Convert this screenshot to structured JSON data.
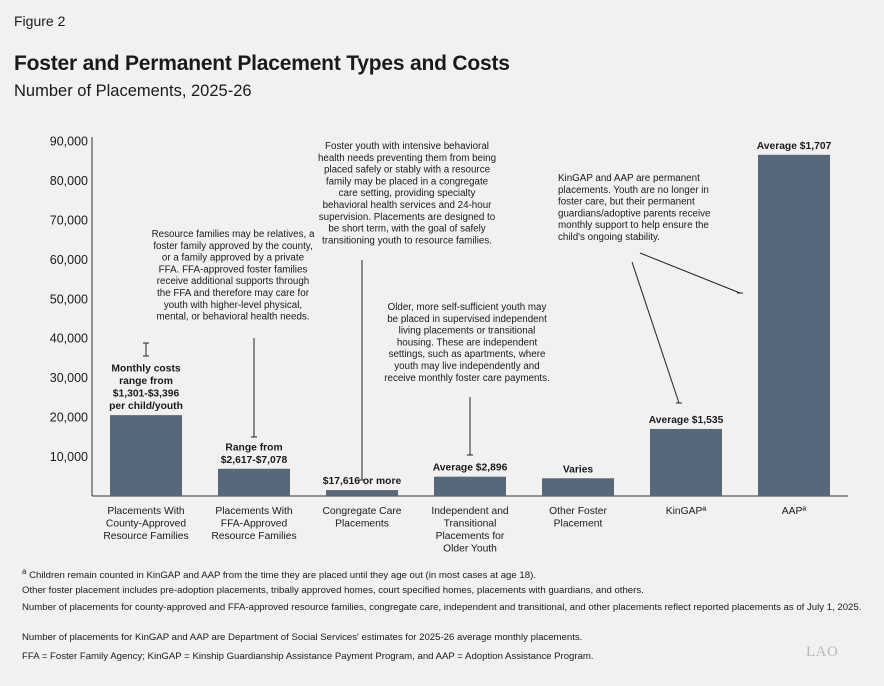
{
  "figure_label": "Figure 2",
  "chart_data": {
    "type": "bar",
    "title": "Foster and Permanent Placement Types and Costs",
    "subtitle": "Number of Placements, 2025-26",
    "ylim": [
      0,
      90000
    ],
    "yticks": [
      "10,000",
      "20,000",
      "30,000",
      "40,000",
      "50,000",
      "60,000",
      "70,000",
      "80,000",
      "90,000"
    ],
    "ytick_values": [
      10000,
      20000,
      30000,
      40000,
      50000,
      60000,
      70000,
      80000,
      90000
    ],
    "bar_color": "#56687a",
    "categories": [
      [
        "Placements With",
        "County-Approved",
        "Resource Families"
      ],
      [
        "Placements With",
        "FFA-Approved",
        "Resource Families"
      ],
      [
        "Congregate Care",
        "Placements"
      ],
      [
        "Independent and",
        "Transitional",
        "Placements for",
        "Older Youth"
      ],
      [
        "Other Foster",
        "Placement"
      ],
      [
        "KinGAPª"
      ],
      [
        "AAPª"
      ]
    ],
    "values": [
      20500,
      6900,
      1500,
      4900,
      4500,
      17000,
      86500
    ],
    "bar_labels": [
      [
        "Monthly costs",
        "range from",
        "$1,301-$3,396",
        "per child/youth"
      ],
      [
        "Range from",
        "$2,617-$7,078"
      ],
      [
        "$17,616 or more"
      ],
      [
        "Average $2,896"
      ],
      [
        "Varies"
      ],
      [
        "Average $1,535"
      ],
      [
        "Average $1,707"
      ]
    ],
    "annotations": [
      [
        "Resource families may be relatives, a",
        "foster family approved by the county,",
        "or a family approved by a private",
        "FFA. FFA-approved foster families",
        "receive additional supports through",
        "the FFA and therefore may care for",
        "youth with higher-level physical,",
        "mental, or behavioral health needs."
      ],
      [
        "Foster youth with intensive behavioral",
        "health needs preventing them from being",
        "placed safely or stably with a resource",
        "family may be placed in a congregate",
        "care setting, providing specialty",
        "behavioral health services and 24-hour",
        "supervision. Placements are designed to",
        "be short term, with the goal of safely",
        "transitioning youth to resource families."
      ],
      [
        "Older, more self-sufficient youth may",
        "be placed in supervised independent",
        "living placements or transitional",
        "housing. These are independent",
        "settings, such as apartments, where",
        "youth may live independently and",
        "receive monthly foster care payments."
      ],
      [
        "KinGAP and AAP are permanent",
        "placements. Youth are no longer in",
        "foster care, but their permanent",
        "guardians/adoptive parents receive",
        "monthly support to help ensure the",
        "child's ongoing stability."
      ]
    ]
  },
  "notes": {
    "footnote_marker": "a",
    "footnote_a": "Children remain counted in KinGAP and AAP from the time they are placed until they age out (in most cases at age 18).",
    "note_other": "Other foster placement includes pre-adoption placements, tribally approved homes, court specified homes, placements with guardians, and others.",
    "note_reported": "Number of placements for county-approved and FFA-approved resource families, congregate care, independent and transitional, and other placements reflect reported placements as of July 1, 2025.",
    "note_estimates": "Number of placements for KinGAP and AAP are Department of Social Services' estimates for 2025-26 average monthly placements.",
    "note_acronyms": "FFA = Foster Family Agency; KinGAP = Kinship Guardianship Assistance Payment Program, and AAP = Adoption Assistance Program."
  },
  "logo_text": "LAO"
}
